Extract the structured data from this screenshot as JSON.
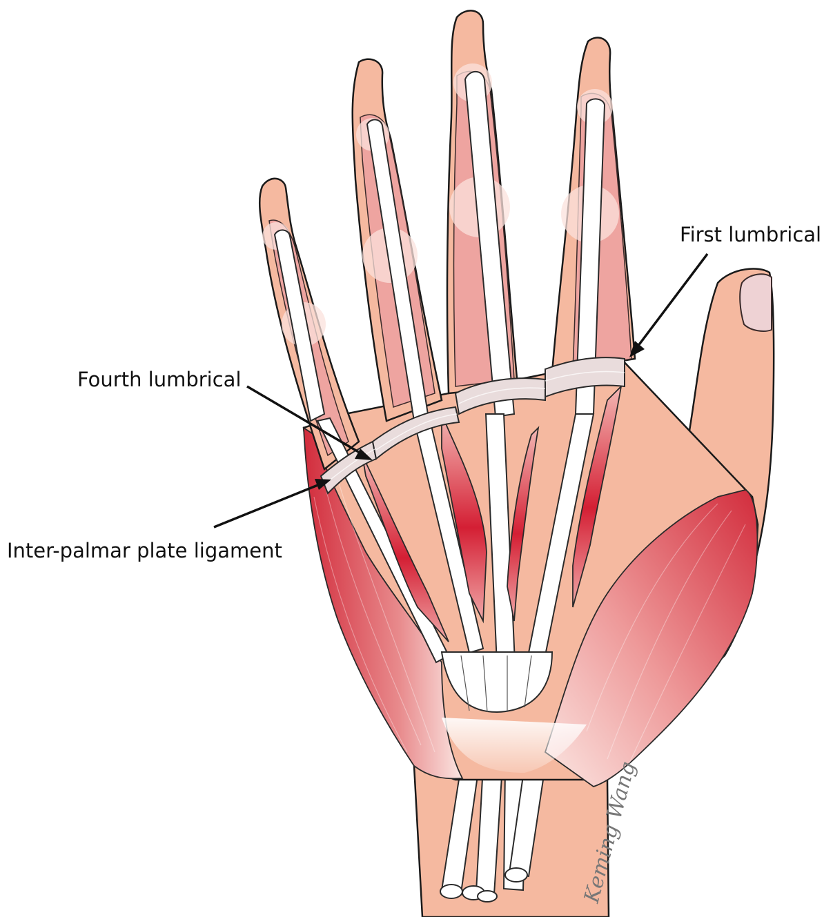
{
  "labels": {
    "first_lumbrical": "First lumbrical",
    "fourth_lumbrical": "Fourth lumbrical",
    "inter_palmar": "Inter-palmar plate ligament"
  },
  "signature": "Keming Wang",
  "colors": {
    "skin": "#f5b9a0",
    "muscle_dark": "#d42a3c",
    "muscle_light": "#f4c9c6",
    "tendon": "#ffffff",
    "ligament": "#e9dcdc",
    "outline": "#1a1a1a"
  }
}
